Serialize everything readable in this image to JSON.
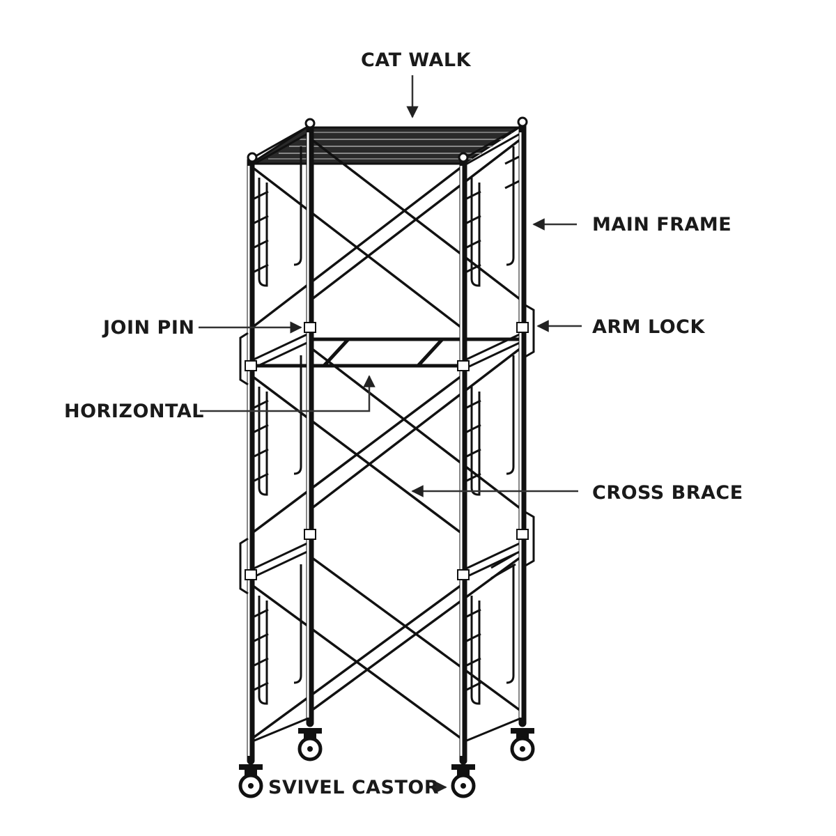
{
  "labels": {
    "cat_walk": "CAT WALK",
    "main_frame": "MAIN FRAME",
    "join_pin": "JOIN PIN",
    "arm_lock": "ARM LOCK",
    "horizontal": "HORIZONTAL",
    "cross_brace": "CROSS BRACE",
    "swivel_castor": "SVIVEL CASTOR"
  }
}
